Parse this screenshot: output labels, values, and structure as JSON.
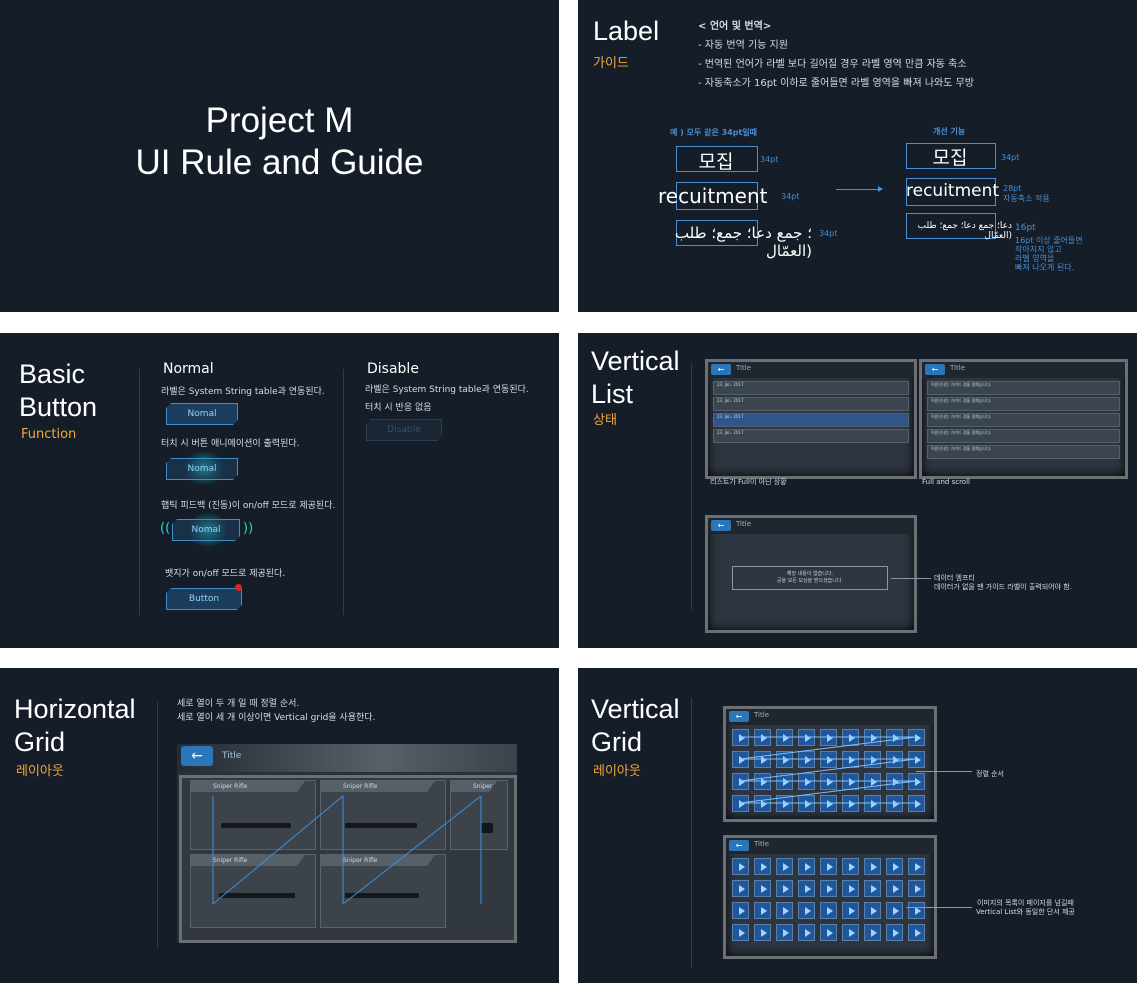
{
  "slide1": {
    "title_line1": "Project M",
    "title_line2": "UI Rule and Guide"
  },
  "slide2": {
    "title": "Label",
    "subtitle": "가이드",
    "notes_header": "< 언어 및 번역>",
    "notes": [
      "- 자동 번역 기능 지원",
      "- 번역된 언어가 라벨 보다 길어질 경우 라벨 영역 만큼 자동 축소",
      "- 자동축소가 16pt 이하로 줄어들면 라벨 영역을 빠져 나와도 무방"
    ],
    "example_heading": "예 ) 모두 같은 34pt일때",
    "improved_heading": "개선 기능",
    "left_labels": [
      "모집",
      "recuitment",
      "؛ جمع دعا؛ جمع؛ طلب (العمّال"
    ],
    "left_sizes": [
      "34pt",
      "34pt",
      "34pt"
    ],
    "right_labels": [
      "모집",
      "recuitment",
      "دعا؛ جمع دعا؛ جمع؛ طلب (العمّال"
    ],
    "right_sizes": [
      "34pt",
      "28pt",
      "16pt"
    ],
    "right_notes": [
      "자동축소 적용",
      "16pt 이상 줄어들면",
      "작아지지 않고",
      "라벨 영역을",
      "빠져 나오게 된다."
    ]
  },
  "slide3": {
    "title_line1": "Basic",
    "title_line2": "Button",
    "subtitle": "Function",
    "normal_heading": "Normal",
    "disable_heading": "Disable",
    "text1": "라벨은 System String table과 연동된다.",
    "btn1": "Nomal",
    "text2": "터치 시 버튼 애니메이션이 출력된다.",
    "btn2": "Nomal",
    "text3": "햅틱 피드백 (진동)이 on/off 모드로 제공된다.",
    "btn3": "Nomal",
    "text4": "뱃지가 on/off 모드로 제공된다.",
    "btn4": "Button",
    "disable_text1": "라벨은 System String table과 연동된다.",
    "disable_text2": "터치 시 반응 없음",
    "disable_btn": "Disable"
  },
  "slide4": {
    "title_line1": "Vertical",
    "title_line2": "List",
    "subtitle": "상태",
    "panel_title": "Title",
    "caption1": "리스트가 Full이 아닌 상황",
    "caption2": "Full and scroll",
    "empty_msg1": "해당 내용이 없습니다.",
    "empty_msg2": "공을 모든 보상을 받으셨습니다.",
    "empty_note1": "데이터 엠프티",
    "empty_note2": "데이터가 없을 땐 가이드 라벨이 출력되어야 함.",
    "row_date": "23. Jan. 2017",
    "row_text": "이용안내는 가이드 정을 알해습니다."
  },
  "slide5": {
    "title_line1": "Horizontal",
    "title_line2": "Grid",
    "subtitle": "레이아웃",
    "desc1": "세로 열이 두 개 일 때 정렬 순서.",
    "desc2": "세로 열이 세 개 이상이면 Vertical grid을 사용한다.",
    "panel_title": "Title",
    "item_label": "Sniper Rifle"
  },
  "slide6": {
    "title_line1": "Vertical",
    "title_line2": "Grid",
    "subtitle": "레이아웃",
    "panel_title": "Title",
    "note1": "정렬 순서",
    "note2a": "이미지의 목록이 페이지를 넘길때",
    "note2b": "Vertical List와 동일한 단서 제공"
  }
}
